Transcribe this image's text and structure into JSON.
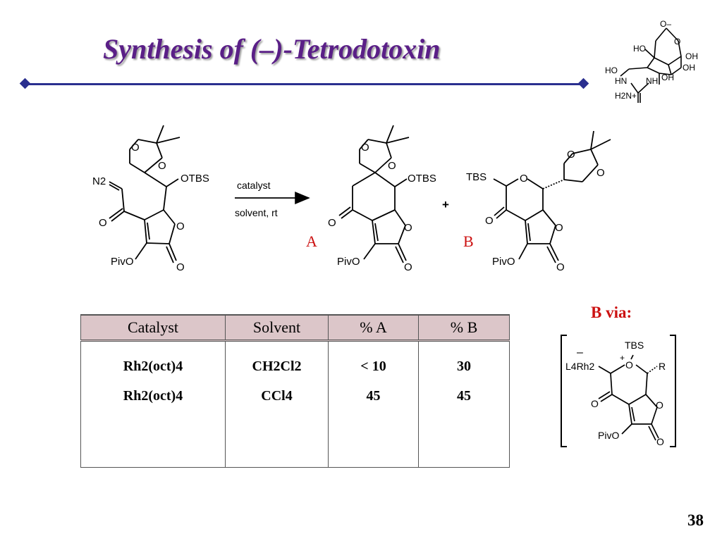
{
  "slide": {
    "title": "Synthesis of (–)-Tetrodotoxin",
    "page_number": "38",
    "accent_color": "#5a1f87",
    "rule_color": "#2a2f8f",
    "highlight_color": "#cc1111"
  },
  "tetrodotoxin": {
    "labels": [
      "O–",
      "HO",
      "O",
      "OH",
      "HO",
      "OH",
      "HN",
      "NH",
      "OH",
      "H2N+"
    ]
  },
  "scheme": {
    "start_labels": {
      "n2": "N2",
      "otbs": "OTBS",
      "o_keto": "O",
      "o_ring": "O",
      "o_carbonyl": "O",
      "pivo": "PivO",
      "o_acetal_1": "O",
      "o_acetal_2": "O"
    },
    "arrow_top": "catalyst",
    "arrow_bottom": "solvent, rt",
    "product_a": {
      "label": "A",
      "otbs": "OTBS",
      "pivo": "PivO",
      "o_keto": "O",
      "o_ring": "O",
      "o_carbonyl": "O",
      "o_acetal_1": "O",
      "o_acetal_2": "O"
    },
    "plus": "+",
    "product_b": {
      "label": "B",
      "tbs": "TBS",
      "o_pyran": "O",
      "pivo": "PivO",
      "o_keto": "O",
      "o_ring": "O",
      "o_carbonyl": "O",
      "o_acetal_1": "O",
      "o_acetal_2": "O"
    }
  },
  "table": {
    "headers": [
      "Catalyst",
      "Solvent",
      "% A",
      "% B"
    ],
    "rows": [
      {
        "catalyst": "Rh2(oct)4",
        "solvent": "CH2Cl2",
        "pct_a": "< 10",
        "pct_b": "30"
      },
      {
        "catalyst": "Rh2(oct)4",
        "solvent": "CCl4",
        "pct_a": "45",
        "pct_b": "45"
      }
    ]
  },
  "via": {
    "title": "B via:",
    "labels": {
      "minus": "–",
      "plus": "+",
      "tbs": "TBS",
      "rh": "L4Rh2",
      "o_ylide": "O",
      "r": "R",
      "o_keto": "O",
      "o_ring": "O",
      "o_carbonyl": "O",
      "pivo": "PivO"
    }
  }
}
